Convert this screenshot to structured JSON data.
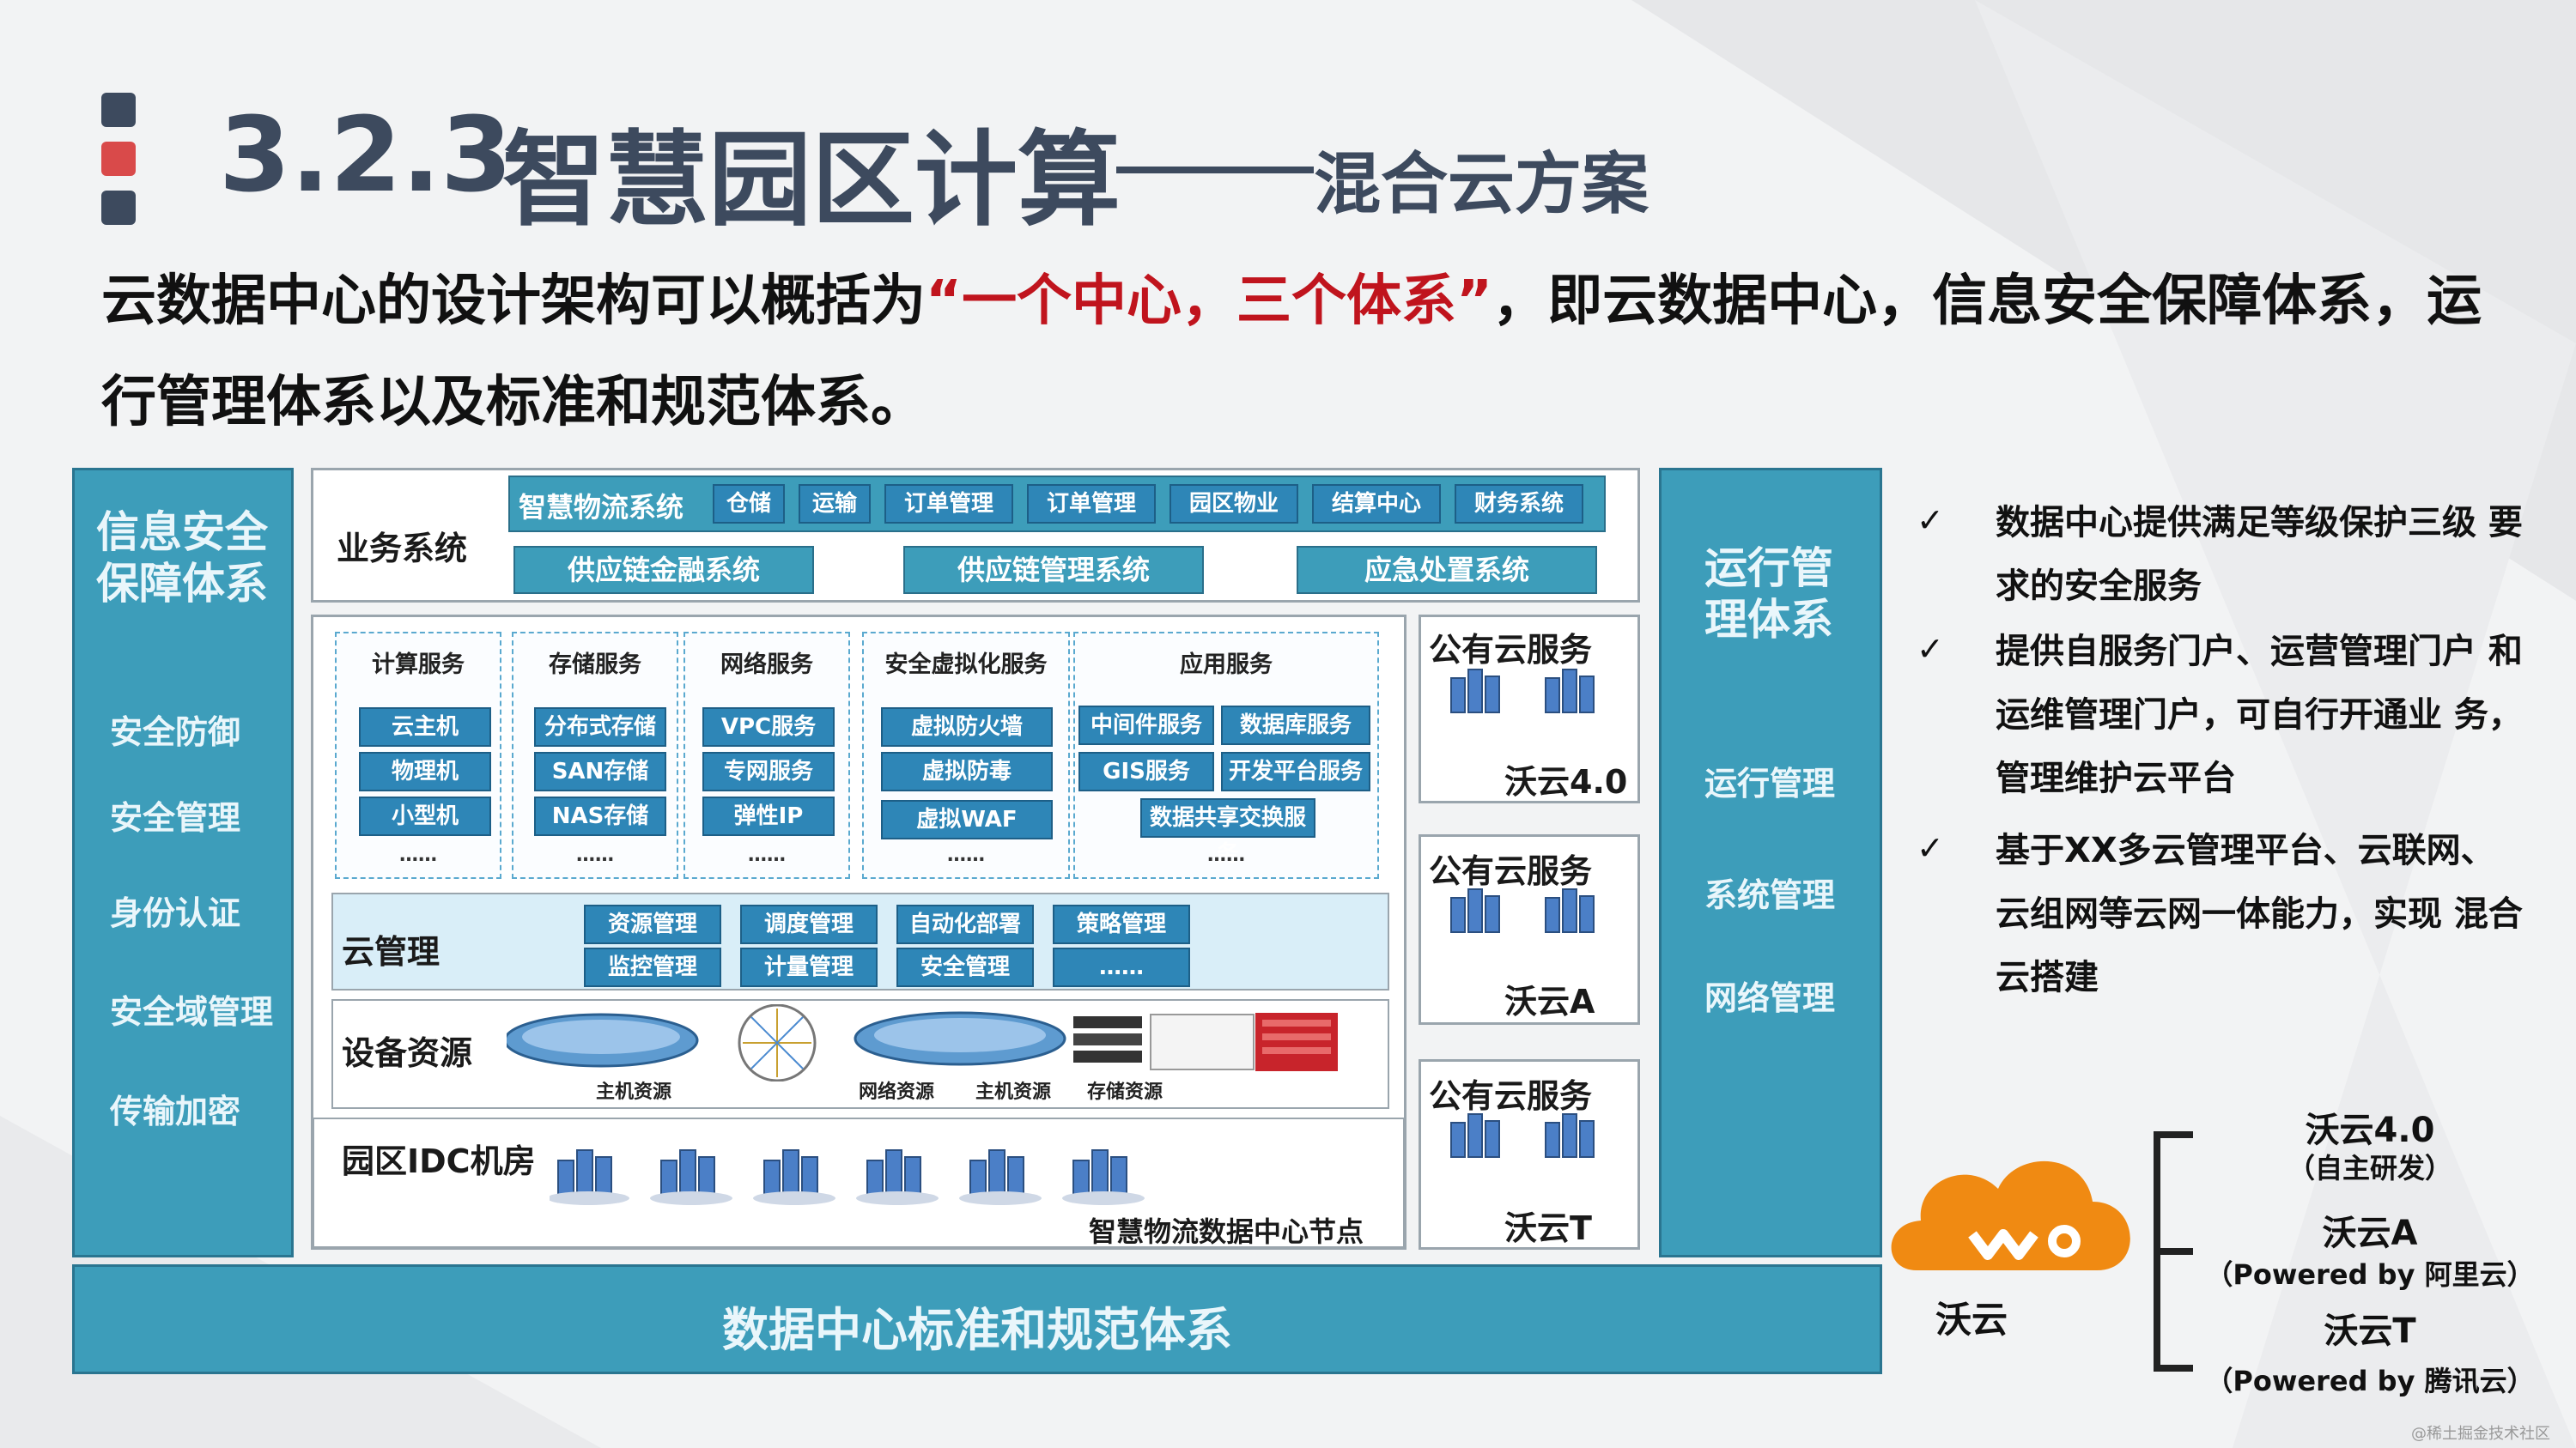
{
  "title": {
    "number": "3.2.3",
    "main": "智慧园区计算",
    "dash": "——",
    "sub": "混合云方案"
  },
  "intro": {
    "part1": "云数据中心的设计架构可以概括为",
    "highlight": "“一个中心，三个体系”",
    "part2": "，即云数据中心，信息安全保障体系，运行管理体系以及标准和规范体系。"
  },
  "left_panel": {
    "title": "信息安全保障体系",
    "items": [
      "安全防御",
      "安全管理",
      "身份认证",
      "安全域管理",
      "传输加密"
    ]
  },
  "right_panel": {
    "title": "运行管理体系",
    "items": [
      "运行管理",
      "系统管理",
      "网络管理"
    ]
  },
  "bottom_bar": "数据中心标准和规范体系",
  "business": {
    "label": "业务系统",
    "row1_title": "智慧物流系统",
    "row1_tags": [
      "仓储",
      "运输",
      "订单管理",
      "订单管理",
      "园区物业",
      "结算中心",
      "财务系统"
    ],
    "row2_tags": [
      "供应链金融系统",
      "供应链管理系统",
      "应急处置系统"
    ]
  },
  "services": [
    {
      "title": "计算服务",
      "items": [
        "云主机",
        "物理机",
        "小型机"
      ],
      "more": "……"
    },
    {
      "title": "存储服务",
      "items": [
        "分布式存储",
        "SAN存储",
        "NAS存储"
      ],
      "more": "……"
    },
    {
      "title": "网络服务",
      "items": [
        "VPC服务",
        "专网服务",
        "弹性IP"
      ],
      "more": "……"
    },
    {
      "title": "安全虚拟化服务",
      "items": [
        "虚拟防火墙",
        "虚拟防毒",
        "虚拟WAF"
      ],
      "more": "……"
    },
    {
      "title": "应用服务",
      "items": [
        "中间件服务",
        "数据库服务",
        "GIS服务",
        "开发平台服务",
        "数据共享交换服务"
      ],
      "more": "……"
    }
  ],
  "cloud_mgmt": {
    "label": "云管理",
    "tags": [
      "资源管理",
      "调度管理",
      "自动化部署",
      "策略管理",
      "监控管理",
      "计量管理",
      "安全管理",
      "……"
    ]
  },
  "devices": {
    "label": "设备资源",
    "captions": [
      "主机资源",
      "网络资源",
      "主机资源",
      "存储资源"
    ]
  },
  "idc": {
    "label": "园区IDC机房",
    "caption": "智慧物流数据中心节点"
  },
  "public_clouds": [
    {
      "title": "公有云服务",
      "name": "沃云4.0"
    },
    {
      "title": "公有云服务",
      "name": "沃云A"
    },
    {
      "title": "公有云服务",
      "name": "沃云T"
    }
  ],
  "bullets": [
    "数据中心提供满足等级保护三级 要求的安全服务",
    "提供自服务门户、运营管理门户 和运维管理门户，可自行开通业 务，管理维护云平台",
    "基于XX多云管理平台、云联网、云组网等云网一体能力，实现 混合云搭建"
  ],
  "check_mark": "✓",
  "logo": {
    "label": "沃云",
    "accent": "#f08a12"
  },
  "brands": [
    {
      "name": "沃云4.0",
      "sub": "（自主研发）"
    },
    {
      "name": "沃云A",
      "sub": "（Powered by 阿里云）"
    },
    {
      "name": "沃云T",
      "sub": "（Powered by 腾讯云）"
    }
  ],
  "watermark": "@稀土掘金技术社区",
  "colors": {
    "teal": "#3d9dba",
    "title": "#3d4a5e",
    "red": "#c0141d",
    "tag_blue": "#2e86b7",
    "cloud_mgmt_bg": "#d9eef8"
  }
}
